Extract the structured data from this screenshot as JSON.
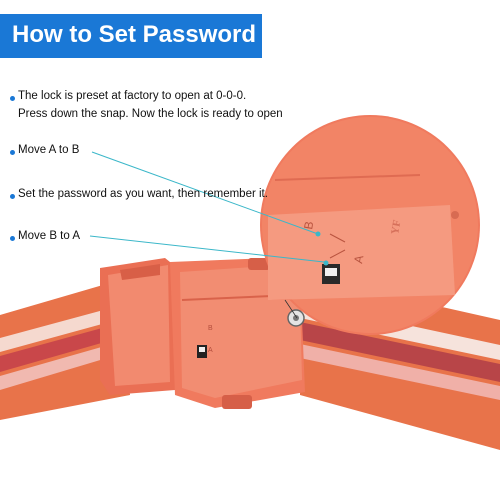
{
  "title": "How to Set Password",
  "colors": {
    "banner": "#1a78d6",
    "lock_body": "#f07a5e",
    "strap_orange": "#e8734a",
    "callout_line": "#3bb7c9"
  },
  "instructions": [
    {
      "text_line1": "The lock is preset at factory to open at 0-0-0.",
      "text_line2": "Press down the snap. Now the lock is ready to open"
    },
    {
      "text_line1": "Move A to B"
    },
    {
      "text_line1": "Set the password as you want, then remember it."
    },
    {
      "text_line1": "Move B to A"
    }
  ],
  "lock_labels": {
    "a": "A",
    "b": "B",
    "brand": "YF"
  }
}
